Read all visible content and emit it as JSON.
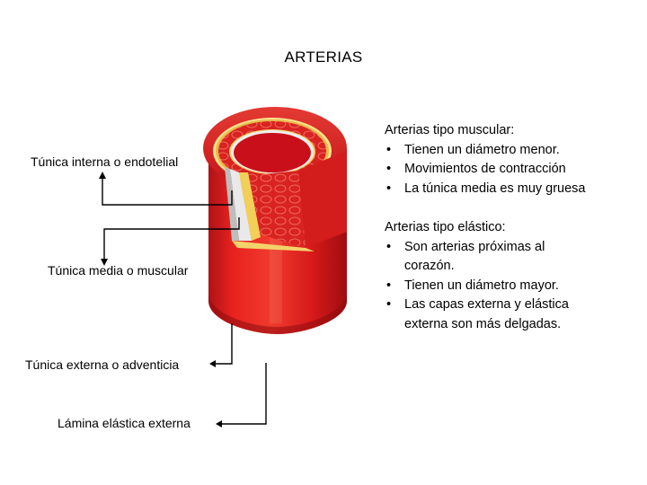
{
  "title": "ARTERIAS",
  "labels": {
    "intima": "Túnica interna o endotelial",
    "media": "Túnica media o muscular",
    "adventitia": "Túnica externa o adventicia",
    "elastic": "Lámina elástica externa"
  },
  "muscular": {
    "heading": "Arterias tipo muscular:",
    "items": [
      "Tienen un diámetro menor.",
      "Movimientos de contracción",
      "La túnica media es muy gruesa"
    ]
  },
  "elastic_type": {
    "heading": "Arterias tipo elástico:",
    "items": [
      "Son arterias próximas al corazón.",
      "Tienen un diámetro mayor.",
      "Las capas externa y elástica externa son más delgadas."
    ]
  },
  "colors": {
    "artery_red": "#d8181b",
    "artery_dark": "#9c0d10",
    "highlight": "#ef5a4a",
    "elastic_yellow": "#f2cf57",
    "intima_white": "#e9e9e9"
  }
}
